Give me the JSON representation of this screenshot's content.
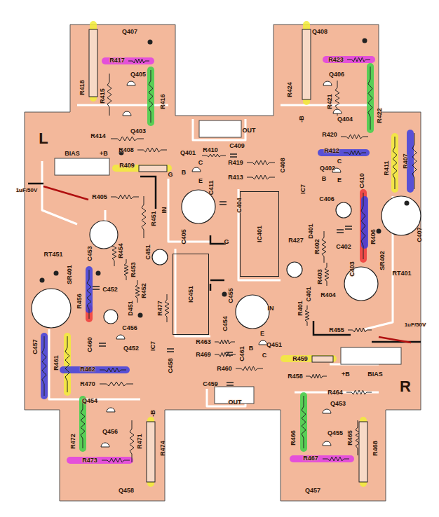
{
  "diagram": {
    "nodes": [
      {
        "text": [
          "IC451"
        ]
      },
      {
        "text": [
          "IC401"
        ]
      }
    ],
    "labels": [
      "Q407",
      "R418",
      "R417",
      "Q405",
      "R415",
      "Q403",
      "R416",
      "R414",
      "L",
      "BIAS",
      "+B",
      "R408",
      "R409",
      "G",
      "Q401",
      "R410",
      "OUT",
      "C409",
      "R419",
      "C408",
      "R413",
      "C411",
      "C404",
      "C405",
      "IN",
      "R451",
      "R405",
      "1uF/50V",
      "RT451",
      "SR401",
      "C453",
      "R454",
      "R453",
      "C451",
      "R452",
      "C452",
      "D451",
      "R477",
      "R456",
      "C456",
      "C457",
      "C460",
      "Q452",
      "R461",
      "R462",
      "R470",
      "IC7",
      "C458",
      "R463",
      "R469",
      "R460",
      "C454",
      "C455",
      "C461",
      "Q451",
      "C459",
      "OUT",
      "-B",
      "R471",
      "R474",
      "R472",
      "Q454",
      "Q456",
      "R473",
      "Q458",
      "Q408",
      "R424",
      "R423",
      "Q406",
      "R421",
      "Q404",
      "R422",
      "-B",
      "R420",
      "R412",
      "R411",
      "R407",
      "Q402",
      "C410",
      "IC7",
      "C406",
      "D401",
      "R427",
      "R402",
      "C402",
      "R406",
      "C403",
      "C407",
      "RT401",
      "SR402",
      "R403",
      "R404",
      "C401",
      "R401",
      "R455",
      "1uF/50V",
      "R459",
      "+B",
      "BIAS",
      "R458",
      "R464",
      "R466",
      "Q453",
      "R465",
      "R468",
      "R467",
      "Q455",
      "Q457",
      "R",
      "G",
      "IN",
      "C",
      "B",
      "E",
      "E",
      "B",
      "C",
      "C",
      "B",
      "E"
    ]
  }
}
